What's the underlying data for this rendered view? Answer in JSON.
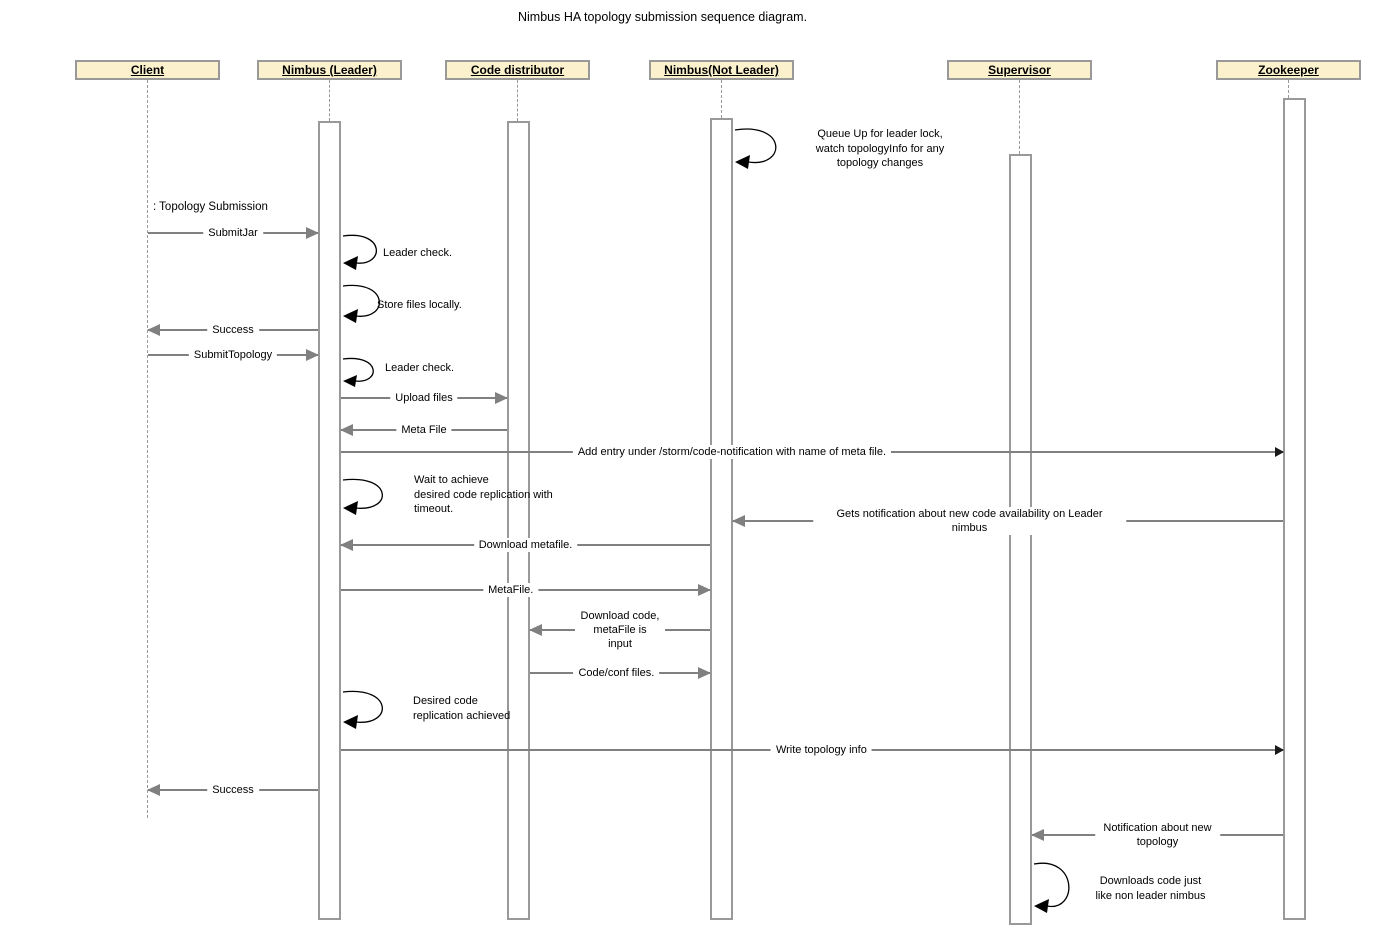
{
  "title": "Nimbus HA topology submission sequence diagram.",
  "actors": [
    {
      "label": "Client"
    },
    {
      "label": "Nimbus (Leader)"
    },
    {
      "label": "Code distributor"
    },
    {
      "label": "Nimbus(Not Leader)"
    },
    {
      "label": "Supervisor"
    },
    {
      "label": "Zookeeper"
    }
  ],
  "client_note": ": Topology Submission",
  "messages": [
    {
      "label": "SubmitJar",
      "from": "Client",
      "to": "Nimbus (Leader)"
    },
    {
      "label": "Success",
      "from": "Nimbus (Leader)",
      "to": "Client"
    },
    {
      "label": "SubmitTopology",
      "from": "Client",
      "to": "Nimbus (Leader)"
    },
    {
      "label": "Upload files",
      "from": "Nimbus (Leader)",
      "to": "Code distributor"
    },
    {
      "label": "Meta File",
      "from": "Code distributor",
      "to": "Nimbus (Leader)"
    },
    {
      "label": "Add entry under /storm/code-notification with name of meta file.",
      "from": "Nimbus (Leader)",
      "to": "Zookeeper"
    },
    {
      "label": "Gets notification about new code availability on Leader nimbus",
      "from": "Zookeeper",
      "to": "Nimbus(Not Leader)"
    },
    {
      "label": "Download metafile.",
      "from": "Nimbus(Not Leader)",
      "to": "Nimbus (Leader)"
    },
    {
      "label": "MetaFile.",
      "from": "Nimbus (Leader)",
      "to": "Nimbus(Not Leader)"
    },
    {
      "label": "Download code,\nmetaFile is input",
      "from": "Nimbus(Not Leader)",
      "to": "Code distributor"
    },
    {
      "label": "Code/conf files.",
      "from": "Code distributor",
      "to": "Nimbus(Not Leader)"
    },
    {
      "label": "Write topology info",
      "from": "Nimbus (Leader)",
      "to": "Zookeeper"
    },
    {
      "label": "Success",
      "from": "Nimbus (Leader)",
      "to": "Client"
    },
    {
      "label": "Notification about new topology",
      "from": "Zookeeper",
      "to": "Supervisor"
    }
  ],
  "self_messages": [
    {
      "actor": "Nimbus(Not Leader)",
      "label": "Queue Up for leader lock,\nwatch topologyInfo for any\ntopology changes"
    },
    {
      "actor": "Nimbus (Leader)",
      "label": "Leader check."
    },
    {
      "actor": "Nimbus (Leader)",
      "label": "Store files locally."
    },
    {
      "actor": "Nimbus (Leader)",
      "label": "Leader check."
    },
    {
      "actor": "Nimbus (Leader)",
      "label": "Wait to achieve\ndesired code replication with\ntimeout."
    },
    {
      "actor": "Nimbus (Leader)",
      "label": "Desired code\nreplication achieved"
    },
    {
      "actor": "Supervisor",
      "label": "Downloads code just\nlike non leader nimbus"
    }
  ],
  "colors": {
    "actor_fill": "#FBF2CD",
    "actor_border": "#999999",
    "message_line": "#808080",
    "self_loop": "#000000",
    "background": "#FFFFFF"
  }
}
